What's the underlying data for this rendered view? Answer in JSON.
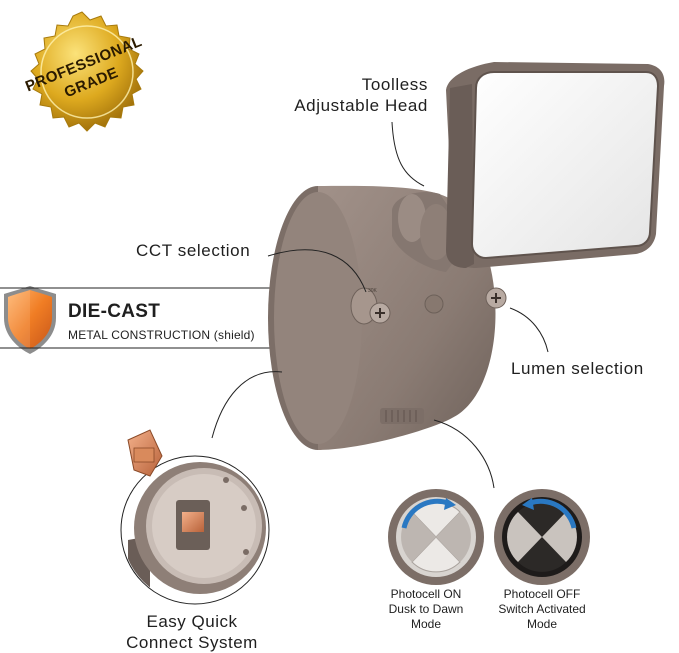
{
  "badge": {
    "line1": "PROFESSIONAL",
    "line2": "GRADE"
  },
  "labels": {
    "head_line1": "Toolless",
    "head_line2": "Adjustable Head",
    "cct": "CCT selection",
    "lumen": "Lumen selection",
    "die_cast": "DIE-CAST",
    "metal": "METAL CONSTRUCTION (shield)",
    "quick_line1": "Easy Quick",
    "quick_line2": "Connect System",
    "photocell_on_line1": "Photocell ON",
    "photocell_on_line2": "Dusk to Dawn",
    "photocell_on_line3": "Mode",
    "photocell_off_line1": "Photocell OFF",
    "photocell_off_line2": "Switch Activated",
    "photocell_off_line3": "Mode"
  },
  "colors": {
    "housing": "#8e7f77",
    "housing_dark": "#6f625b",
    "gold": "#d9a91c",
    "shield_orange": "#f0822a",
    "arrow_blue": "#2a78c2"
  }
}
